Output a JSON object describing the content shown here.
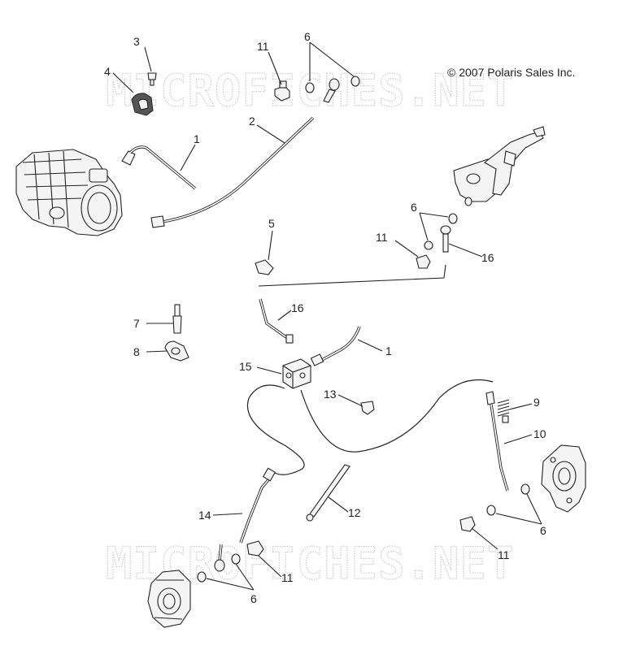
{
  "copyright": "© 2007 Polaris Sales Inc.",
  "watermarks": [
    "MICROFICHES.NET",
    "MICROFICHES.NET"
  ],
  "callouts": [
    {
      "id": "c1",
      "label": "3"
    },
    {
      "id": "c2",
      "label": "4"
    },
    {
      "id": "c3",
      "label": "11"
    },
    {
      "id": "c4",
      "label": "6"
    },
    {
      "id": "c5",
      "label": "1"
    },
    {
      "id": "c6",
      "label": "2"
    },
    {
      "id": "c7",
      "label": "5"
    },
    {
      "id": "c8",
      "label": "6"
    },
    {
      "id": "c9",
      "label": "11"
    },
    {
      "id": "c10",
      "label": "16"
    },
    {
      "id": "c11",
      "label": "16"
    },
    {
      "id": "c12",
      "label": "7"
    },
    {
      "id": "c13",
      "label": "8"
    },
    {
      "id": "c14",
      "label": "1"
    },
    {
      "id": "c15",
      "label": "15"
    },
    {
      "id": "c16",
      "label": "13"
    },
    {
      "id": "c17",
      "label": "9"
    },
    {
      "id": "c18",
      "label": "10"
    },
    {
      "id": "c19",
      "label": "14"
    },
    {
      "id": "c20",
      "label": "12"
    },
    {
      "id": "c21",
      "label": "6"
    },
    {
      "id": "c22",
      "label": "11"
    },
    {
      "id": "c23",
      "label": "11"
    },
    {
      "id": "c24",
      "label": "6"
    }
  ]
}
